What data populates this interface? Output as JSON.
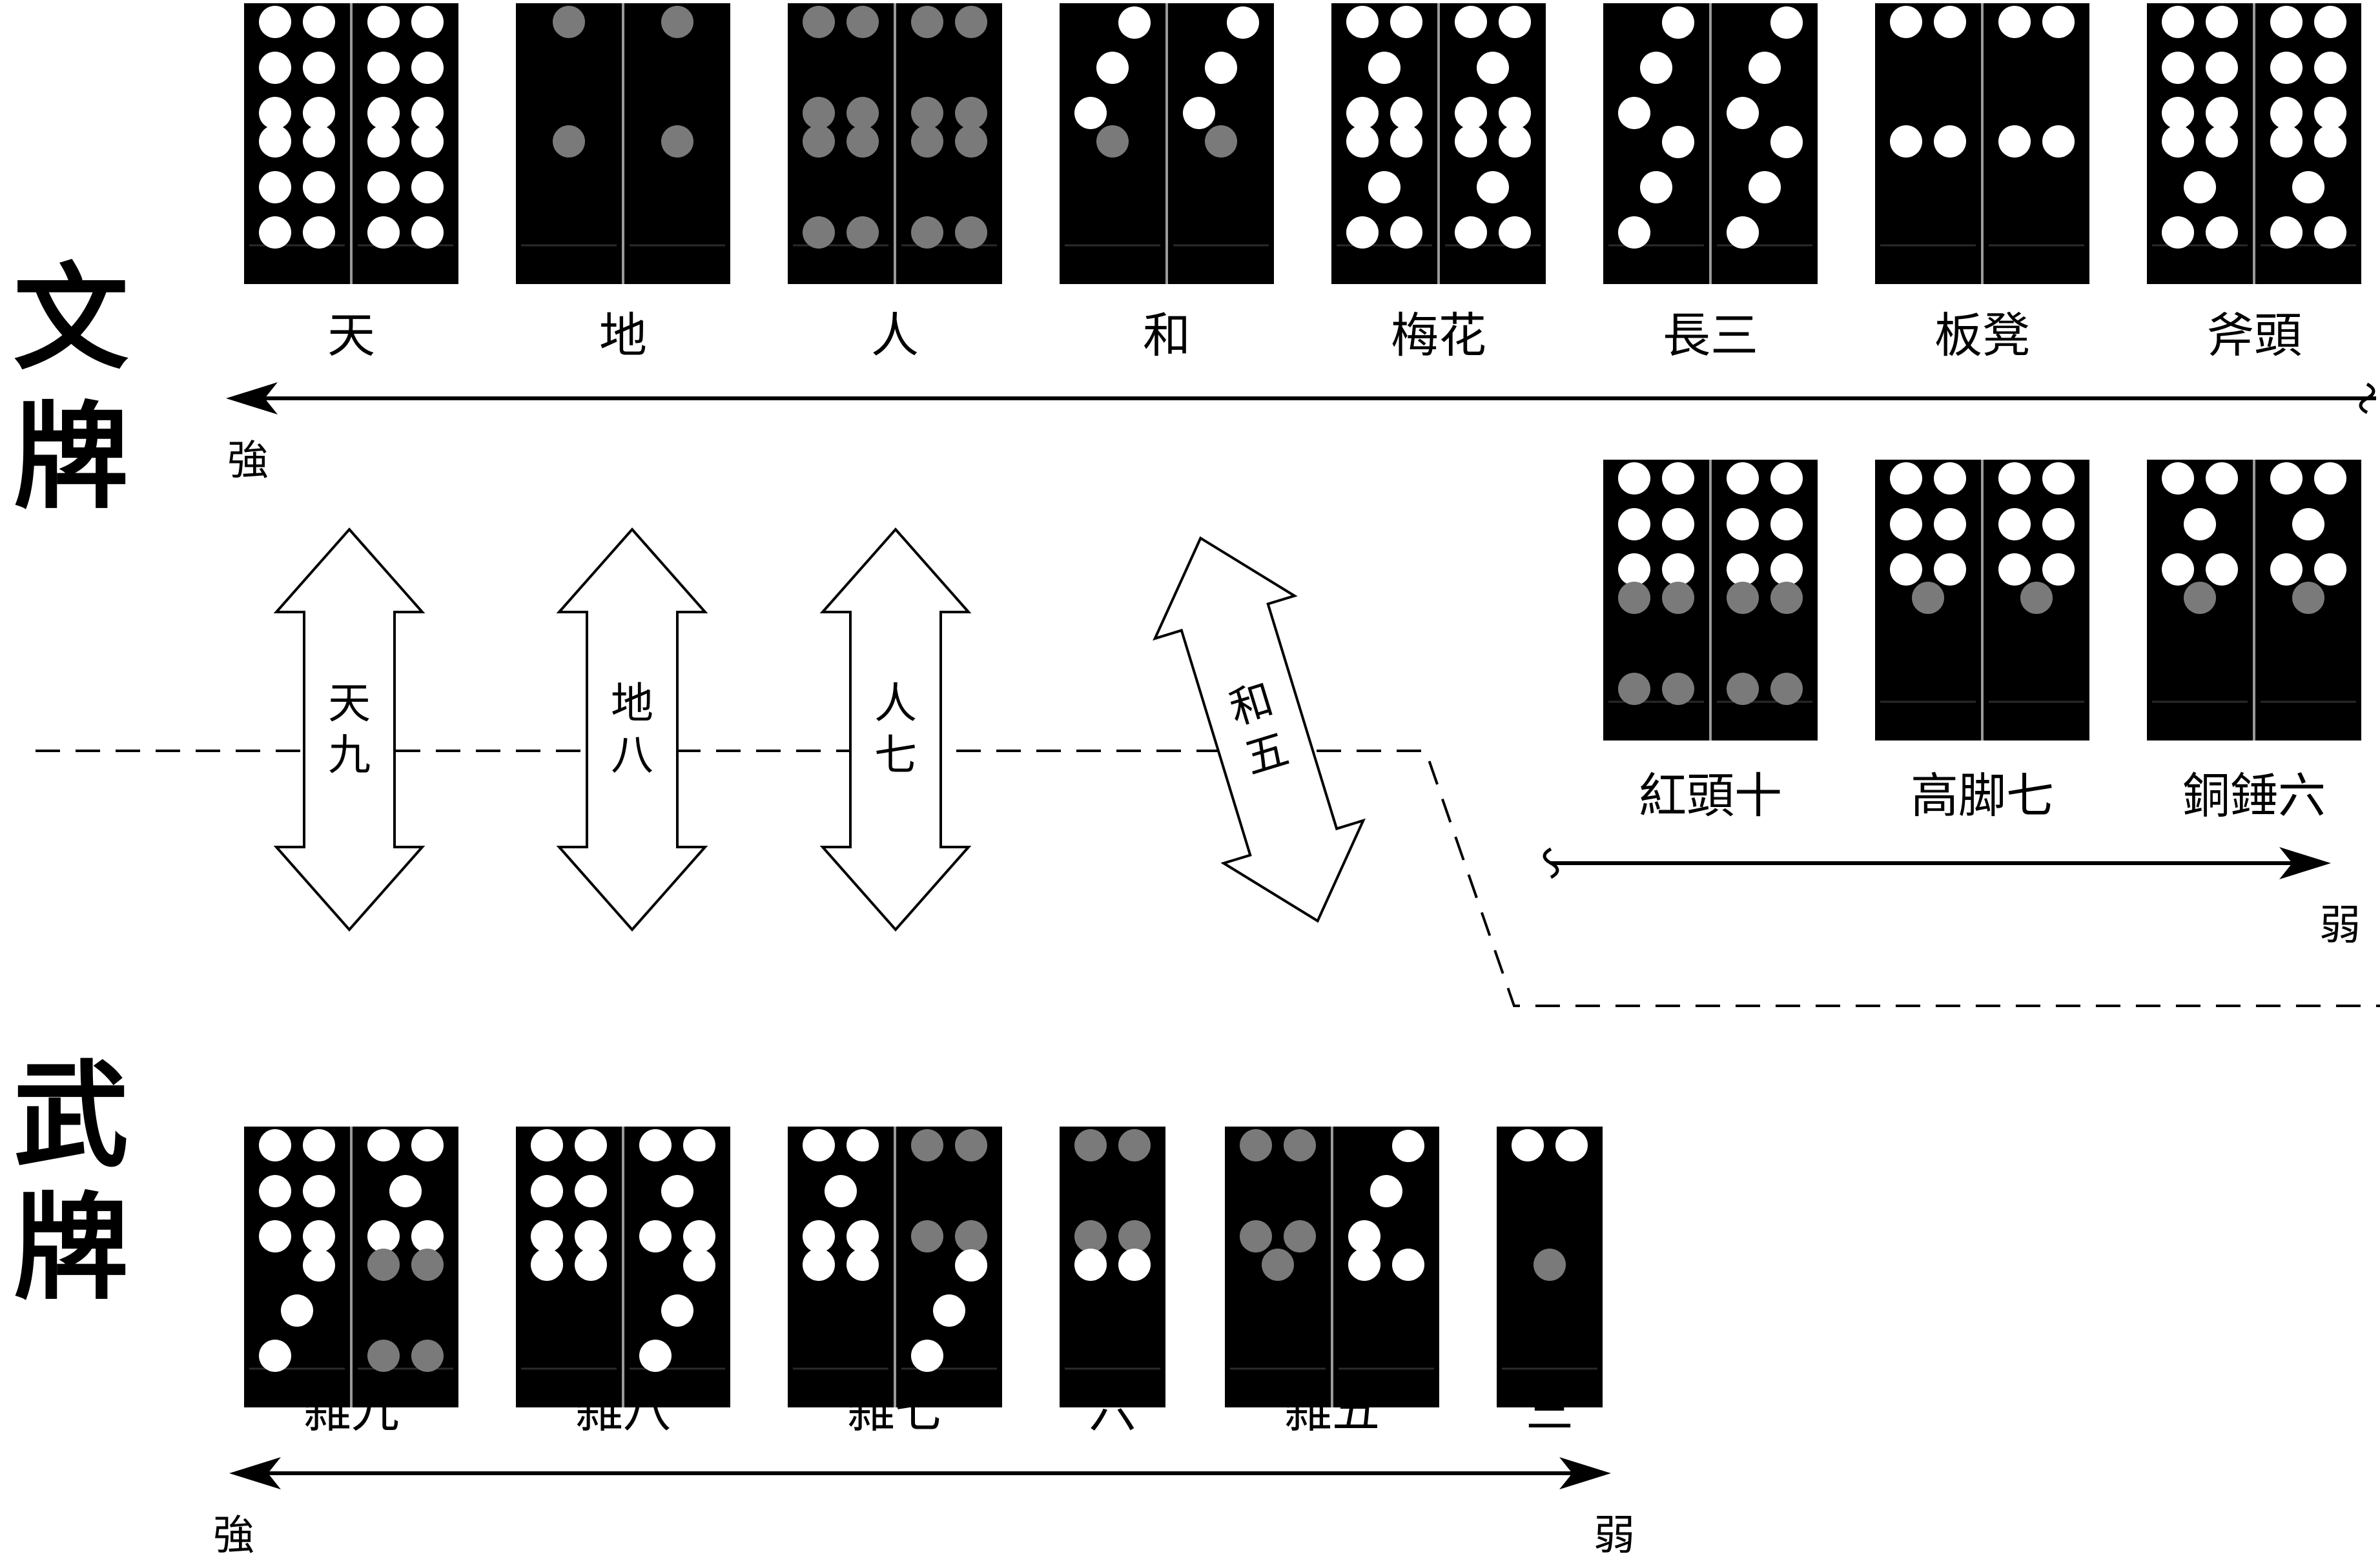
{
  "sections": {
    "civil": {
      "title_line1": "文",
      "title_line2": "牌"
    },
    "military": {
      "title_line1": "武",
      "title_line2": "牌"
    }
  },
  "civil_tiles_row1": [
    {
      "label": "天",
      "faces": [
        [
          6,
          6
        ],
        [
          6,
          6
        ]
      ]
    },
    {
      "label": "地",
      "faces": [
        [
          1,
          1
        ],
        [
          1,
          1
        ]
      ]
    },
    {
      "label": "人",
      "faces": [
        [
          4,
          4
        ],
        [
          4,
          4
        ]
      ]
    },
    {
      "label": "和",
      "faces": [
        [
          1,
          3
        ],
        [
          1,
          3
        ]
      ]
    },
    {
      "label": "梅花",
      "faces": [
        [
          5,
          5
        ],
        [
          5,
          5
        ]
      ]
    },
    {
      "label": "長三",
      "faces": [
        [
          3,
          3
        ],
        [
          3,
          3
        ]
      ]
    },
    {
      "label": "板凳",
      "faces": [
        [
          2,
          2
        ],
        [
          2,
          2
        ]
      ]
    },
    {
      "label": "斧頭",
      "faces": [
        [
          5,
          6
        ],
        [
          5,
          6
        ]
      ]
    }
  ],
  "civil_tiles_row2": [
    {
      "label": "紅頭十",
      "faces": [
        [
          4,
          6
        ],
        [
          4,
          6
        ]
      ]
    },
    {
      "label": "高脚七",
      "faces": [
        [
          1,
          6
        ],
        [
          1,
          6
        ]
      ]
    },
    {
      "label": "銅錘六",
      "faces": [
        [
          1,
          5
        ],
        [
          1,
          5
        ]
      ]
    }
  ],
  "military_tiles": [
    {
      "label": "雑九",
      "faces": [
        [
          3,
          6
        ],
        [
          4,
          5
        ]
      ]
    },
    {
      "label": "雑八",
      "faces": [
        [
          2,
          6
        ],
        [
          3,
          5
        ]
      ]
    },
    {
      "label": "雑七",
      "faces": [
        [
          2,
          5
        ],
        [
          3,
          4
        ]
      ]
    },
    {
      "label": "六",
      "faces": [
        [
          2,
          4
        ]
      ]
    },
    {
      "label": "雑五",
      "faces": [
        [
          1,
          4
        ],
        [
          2,
          3
        ]
      ]
    },
    {
      "label": "三",
      "faces": [
        [
          1,
          2
        ]
      ]
    }
  ],
  "pair_arrows": [
    {
      "line1": "天",
      "line2": "九"
    },
    {
      "line1": "地",
      "line2": "八"
    },
    {
      "line1": "人",
      "line2": "七"
    },
    {
      "line1": "和",
      "line2": "五"
    }
  ],
  "scale_labels": {
    "civil_strong": "強",
    "civil_weak": "弱",
    "military_strong": "強",
    "military_weak": "弱"
  },
  "colors": {
    "tile_body": "#000000",
    "pip_white": "#ffffff",
    "pip_red": "#7a7a7a",
    "line": "#000000"
  }
}
